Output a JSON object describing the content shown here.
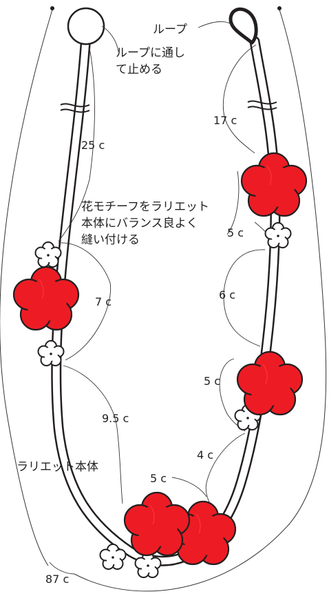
{
  "labels": {
    "loop": "ループ",
    "pass_loop_line1": "ループに通し",
    "pass_loop_line2": "て止める",
    "seg_25": "25 c",
    "seg_17": "17 c",
    "flower_note_line1": "花モチーフをラリエット",
    "flower_note_line2": "本体にバランス良よく",
    "flower_note_line3": "縫い付ける",
    "seg_7": "7 c",
    "seg_5_right_top": "5 c",
    "seg_6": "6 c",
    "seg_5_right_mid": "5 c",
    "seg_9_5": "9.5 c",
    "seg_4": "4 c",
    "lariat_body": "ラリエット本体",
    "seg_5_bottom": "5 c",
    "total_87": "87 c"
  },
  "colors": {
    "flower_fill": "#ed1c24",
    "flower_outline": "#231f20",
    "cord_fill": "#ffffff",
    "cord_outline": "#231f20"
  }
}
